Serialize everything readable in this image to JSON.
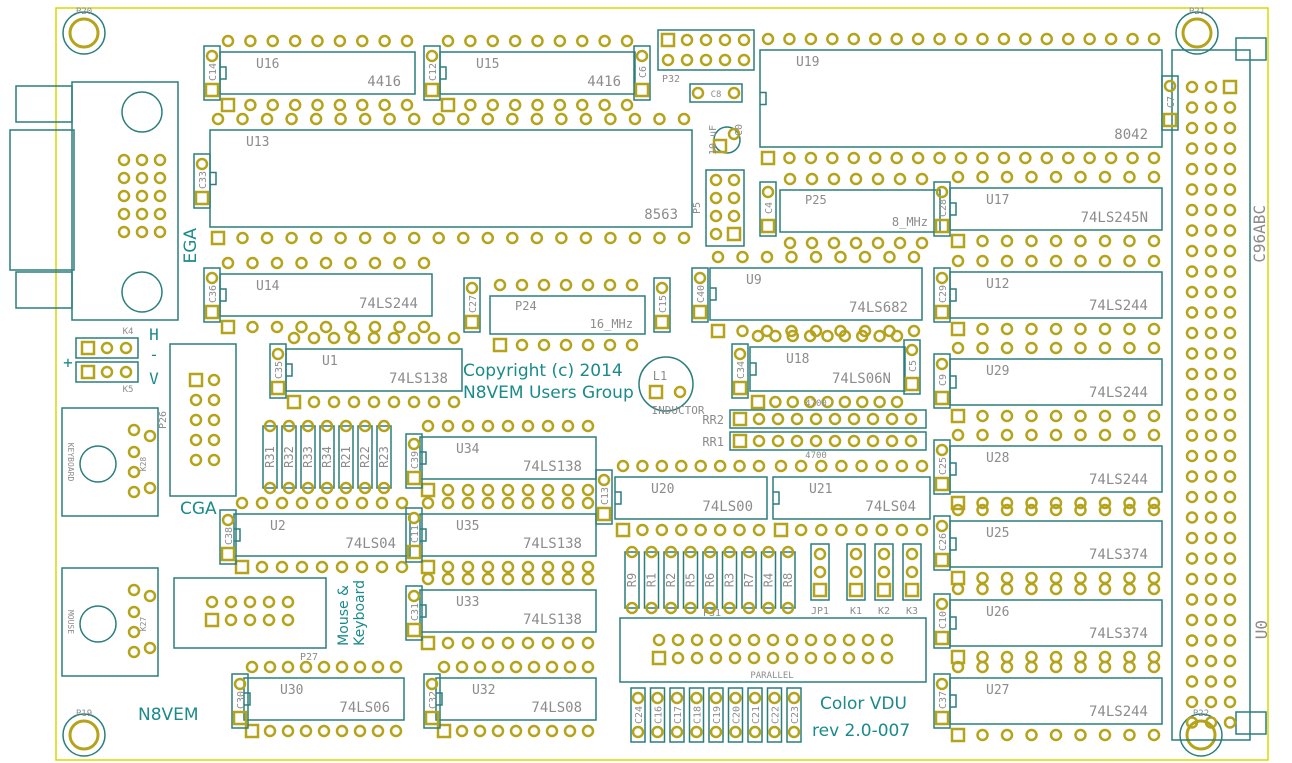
{
  "colors": {
    "outline": "#d8d800",
    "silk": "#2b7e7e",
    "pad": "#b5a31c",
    "text": "#8c8c8c",
    "label": "#1a8a8a"
  },
  "board": {
    "title": "N8VEM",
    "product": "Color VDU",
    "revision": "rev 2.0-007",
    "copyright_line1": "Copyright (c) 2014",
    "copyright_line2": "N8VEM Users Group",
    "connector_label": "C96ABC",
    "connector_ref": "U0",
    "ega_label": "EGA",
    "cga_label": "CGA",
    "mouse_kb_label": "Mouse &\nKeyboard"
  },
  "mount_holes": [
    "P20",
    "P21",
    "P19",
    "P22"
  ],
  "chips": [
    {
      "ref": "U16",
      "part": "4416"
    },
    {
      "ref": "U15",
      "part": "4416"
    },
    {
      "ref": "U19",
      "part": "8042"
    },
    {
      "ref": "U13",
      "part": "8563"
    },
    {
      "ref": "U17",
      "part": "74LS245N"
    },
    {
      "ref": "U14",
      "part": "74LS244"
    },
    {
      "ref": "U9",
      "part": "74LS682"
    },
    {
      "ref": "U12",
      "part": "74LS244"
    },
    {
      "ref": "U1",
      "part": "74LS138"
    },
    {
      "ref": "U18",
      "part": "74LS06N"
    },
    {
      "ref": "U29",
      "part": "74LS244"
    },
    {
      "ref": "U34",
      "part": "74LS138"
    },
    {
      "ref": "U28",
      "part": "74LS244"
    },
    {
      "ref": "U20",
      "part": "74LS00"
    },
    {
      "ref": "U21",
      "part": "74LS04"
    },
    {
      "ref": "U2",
      "part": "74LS04"
    },
    {
      "ref": "U35",
      "part": "74LS138"
    },
    {
      "ref": "U25",
      "part": "74LS374"
    },
    {
      "ref": "U33",
      "part": "74LS138"
    },
    {
      "ref": "U26",
      "part": "74LS374"
    },
    {
      "ref": "U30",
      "part": "74LS06"
    },
    {
      "ref": "U32",
      "part": "74LS08"
    },
    {
      "ref": "U27",
      "part": "74LS244"
    }
  ],
  "oscillators": [
    {
      "ref": "P25",
      "value": "8_MHz"
    },
    {
      "ref": "P24",
      "value": "16_MHz"
    }
  ],
  "inductor": {
    "ref": "L1",
    "value": "INDUCTOR"
  },
  "cap_c0": {
    "ref": "C0",
    "value": "10 uF"
  },
  "resistor_networks": [
    {
      "ref": "RR2",
      "value": "4700"
    },
    {
      "ref": "RR1",
      "value": "4700"
    }
  ],
  "headers": {
    "p32": "P32",
    "p5": "P5",
    "p26": "P26",
    "p27": "P27",
    "p31": "P31",
    "parallel": "PARALLEL"
  },
  "jumpers": [
    "JP1",
    "K1",
    "K2",
    "K3"
  ],
  "hv": {
    "k4": "K4",
    "k5": "K5",
    "h": "H",
    "dash": "-",
    "v": "V",
    "plus": "+",
    "minus": "-"
  },
  "jacks": [
    {
      "ref": "K28",
      "label": "KEYBOARD"
    },
    {
      "ref": "K27",
      "label": "MOUSE"
    }
  ],
  "resistors_left": [
    "R31",
    "R32",
    "R33",
    "R34",
    "R21",
    "R22",
    "R23"
  ],
  "resistors_bottom": [
    "R9",
    "R1",
    "R2",
    "R5",
    "R6",
    "R3",
    "R7",
    "R4",
    "R8"
  ],
  "caps_bottom": [
    "C24",
    "C16",
    "C17",
    "C18",
    "C19",
    "C20",
    "C21",
    "C22",
    "C23"
  ],
  "caps": [
    "C14",
    "C12",
    "C6",
    "C8",
    "C7",
    "C33",
    "C4",
    "C28",
    "C36",
    "C27",
    "C15",
    "C40",
    "C29",
    "C35",
    "C34",
    "C5",
    "C9",
    "C39",
    "C25",
    "C13",
    "C38",
    "C11",
    "C26",
    "C31",
    "C10",
    "C30",
    "C32",
    "C37"
  ]
}
